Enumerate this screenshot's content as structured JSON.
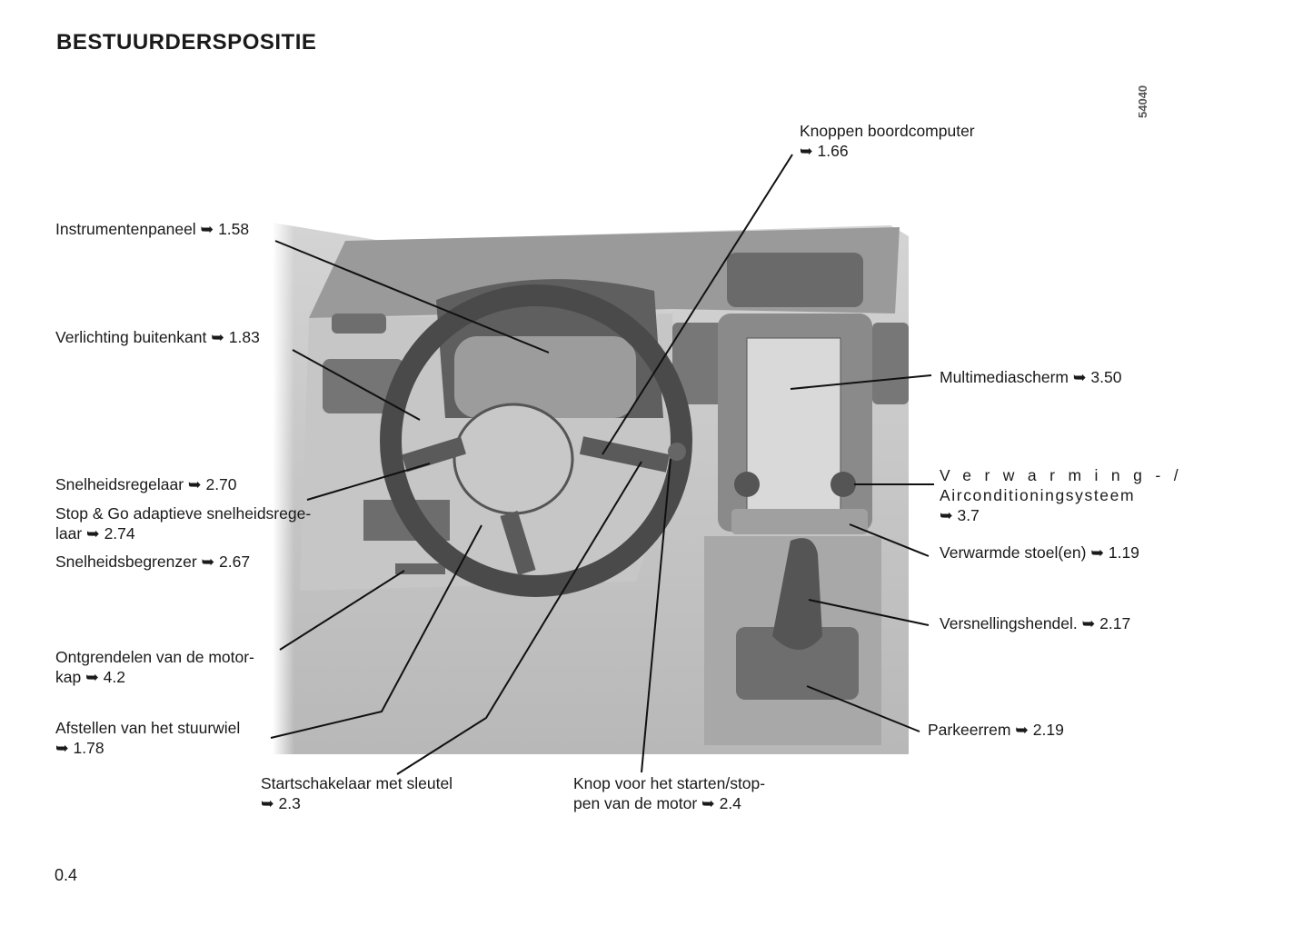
{
  "page": {
    "title": "BESTUURDERSPOSITIE",
    "figure_code": "54040",
    "page_number": "0.4"
  },
  "arrow_icon": "right-arrow-icon",
  "labels": {
    "knoppen_boordcomputer": {
      "line1": "Knoppen   boordcomputer",
      "line2": "➥ 1.66"
    },
    "instrumentenpaneel": {
      "line1": "Instrumentenpaneel ➥ 1.58"
    },
    "verlichting": {
      "line1": "Verlichting buitenkant ➥ 1.83"
    },
    "snelheidsregelaar": {
      "line1": "Snelheidsregelaar ➥ 2.70"
    },
    "stop_go": {
      "line1": "Stop & Go adaptieve snelheidsrege-",
      "line2": "laar ➥ 2.74"
    },
    "snelheidsbegrenzer": {
      "line1": "Snelheidsbegrenzer ➥ 2.67"
    },
    "ontgrendelen": {
      "line1": "Ontgrendelen van de motor-",
      "line2": "kap ➥ 4.2"
    },
    "afstellen": {
      "line1": "Afstellen van het stuurwiel",
      "line2": "➥ 1.78"
    },
    "startschakelaar": {
      "line1": "Startschakelaar  met  sleutel",
      "line2": "➥ 2.3"
    },
    "knop_starten": {
      "line1": "Knop voor het starten/stop-",
      "line2": "pen van de motor ➥ 2.4"
    },
    "multimedia": {
      "line1": "Multimediascherm  ➥ 3.50"
    },
    "verwarming": {
      "line1": "Verwarming-/",
      "line2": "Airconditioningsysteem",
      "line3": "➥ 3.7"
    },
    "verwarmde_stoel": {
      "line1": "Verwarmde stoel(en) ➥ 1.19"
    },
    "versnelling": {
      "line1": "Versnellingshendel. ➥ 2.17"
    },
    "parkeerrem": {
      "line1": "Parkeerrem ➥ 2.19"
    }
  }
}
